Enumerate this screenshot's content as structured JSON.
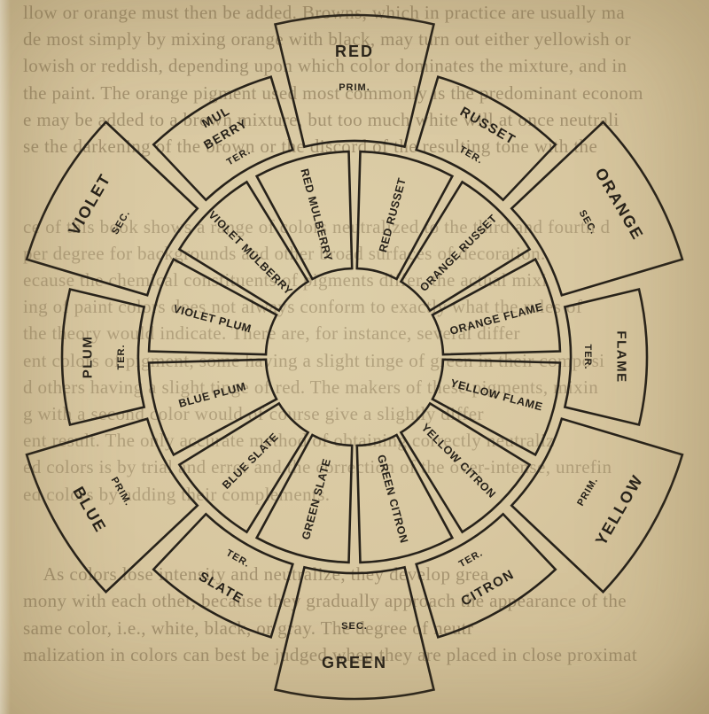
{
  "page": {
    "paper_color": "#d8c7a0",
    "ink_color": "#27221a",
    "bleed_text_color": "#8a7857",
    "bleed_lines": [
      "llow or orange must then be added.  Browns, which in practice are usually ma",
      "de most simply by mixing orange with black, may turn out either yellowish or",
      "lowish or reddish, depending upon which color dominates the mixture, and in",
      "the paint.  The orange pigment used most commonly is the predominant econom",
      "e may be added to a brown mixture, but too much white will at once neutrali",
      "se the darkening of the brown or the discord of the resulting tone with the",
      "",
      "",
      "ce of this book shows a range of colors neutralized to the third and fourth d",
      "per degree for backgrounds and other broad surfaces of decoration.",
      "ecause the chemical constituents of pigments differ, the actual mixi",
      "ing of paint colors does not always conform to exactly what the rules of",
      "the theory would indicate.  There are, for instance, several differ",
      "ent colors of pigment, some having a slight tinge of green in their composi",
      "d others having a slight tinge of red.  The makers of these pigments, mixin",
      "g with a second color would of course give a slightly differ",
      "ent result.  The only accurate method of obtaining correctly neutraliz",
      "ed colors is by trial and error and the correction of the over-intense, unrefin",
      "ed colors by adding their complements.",
      "",
      "",
      "    As colors lose intensity and neutralize, they develop grea",
      "mony with each other, because they gradually approach the appearance of the",
      "same color, i.e., white, black, or gray.  The degree of neutr",
      "malization in colors can best be judged when they are placed in close proximat",
      ""
    ]
  },
  "wheel": {
    "description": "Twelve-part color wheel of primary, secondary and tertiary colors with intermediate hues in an inner ring",
    "outer_segments": [
      {
        "name": "RED",
        "rank": "PRIM.",
        "angle": 270
      },
      {
        "name": "RUSSET",
        "rank": "TER.",
        "angle": 300
      },
      {
        "name": "ORANGE",
        "rank": "SEC.",
        "angle": 330
      },
      {
        "name": "FLAME",
        "rank": "TER.",
        "angle": 0
      },
      {
        "name": "YELLOW",
        "rank": "PRIM.",
        "angle": 30
      },
      {
        "name": "CITRON",
        "rank": "TER.",
        "angle": 60
      },
      {
        "name": "GREEN",
        "rank": "SEC.",
        "angle": 90
      },
      {
        "name": "SLATE",
        "rank": "TER.",
        "angle": 120
      },
      {
        "name": "BLUE",
        "rank": "PRIM.",
        "angle": 150
      },
      {
        "name": "PLUM",
        "rank": "TER.",
        "angle": 180
      },
      {
        "name": "VIOLET",
        "rank": "SEC.",
        "angle": 210
      },
      {
        "name": "MULBERRY",
        "rank": "TER.",
        "angle": 240,
        "name_lines": [
          "MUL",
          "BERRY"
        ]
      }
    ],
    "inner_segments": [
      {
        "name": "RED RUSSET",
        "angle": 285
      },
      {
        "name": "ORANGE RUSSET",
        "angle": 315
      },
      {
        "name": "ORANGE FLAME",
        "angle": 345
      },
      {
        "name": "YELLOW FLAME",
        "angle": 15
      },
      {
        "name": "YELLOW CITRON",
        "angle": 45
      },
      {
        "name": "GREEN CITRON",
        "angle": 75
      },
      {
        "name": "GREEN SLATE",
        "angle": 105
      },
      {
        "name": "BLUE SLATE",
        "angle": 135
      },
      {
        "name": "BLUE PLUM",
        "angle": 165
      },
      {
        "name": "VIOLET PLUM",
        "angle": 195
      },
      {
        "name": "VIOLET MULBERRY",
        "angle": 225
      },
      {
        "name": "RED MULBERRY",
        "angle": 255
      }
    ]
  }
}
